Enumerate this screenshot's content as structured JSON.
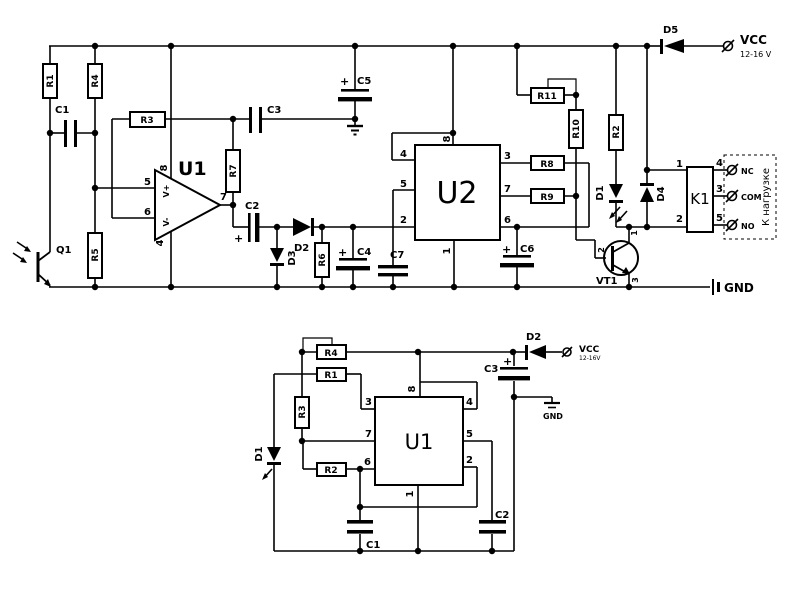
{
  "sym": {
    "plus": "+"
  },
  "top": {
    "r": {
      "r1": "R1",
      "r2": "R2",
      "r3": "R3",
      "r4": "R4",
      "r5": "R5",
      "r6": "R6",
      "r7": "R7",
      "r8": "R8",
      "r9": "R9",
      "r10": "R10",
      "r11": "R11"
    },
    "c": {
      "c1": "C1",
      "c2": "C2",
      "c3": "C3",
      "c4": "C4",
      "c5": "C5",
      "c6": "C6",
      "c7": "C7"
    },
    "d": {
      "d1": "D1",
      "d2": "D2",
      "d3": "D3",
      "d4": "D4",
      "d5": "D5"
    },
    "q1": "Q1",
    "vt1": "VT1",
    "u1": "U1",
    "u2": "U2",
    "k1": "K1",
    "u1_pins": {
      "p4": "4",
      "p5": "5",
      "p6": "6",
      "p7": "7",
      "p8": "8",
      "vplus": "V+",
      "vminus": "V-"
    },
    "u2_pins": {
      "p1": "1",
      "p2": "2",
      "p3": "3",
      "p4": "4",
      "p5": "5",
      "p6": "6",
      "p7": "7",
      "p8": "8"
    },
    "vt1_pins": {
      "c": "1",
      "b": "2",
      "e": "3"
    },
    "k1_pins": {
      "p1": "1",
      "p2": "2",
      "p3": "3",
      "p4": "4",
      "p5": "5"
    },
    "relay": {
      "nc": "NC",
      "com": "COM",
      "no": "NO",
      "load": "К нагрузке"
    },
    "power": {
      "vcc": "VCC",
      "range": "12-16 V",
      "gnd": "GND"
    }
  },
  "bottom": {
    "r": {
      "r1": "R1",
      "r2": "R2",
      "r3": "R3",
      "r4": "R4"
    },
    "c": {
      "c1": "C1",
      "c2": "C2",
      "c3": "C3"
    },
    "d": {
      "d1": "D1",
      "d2": "D2"
    },
    "u1": "U1",
    "u1_pins": {
      "p1": "1",
      "p2": "2",
      "p3": "3",
      "p4": "4",
      "p5": "5",
      "p6": "6",
      "p7": "7",
      "p8": "8"
    },
    "power": {
      "vcc": "VCC",
      "range": "12-16V",
      "gnd": "GND"
    }
  }
}
